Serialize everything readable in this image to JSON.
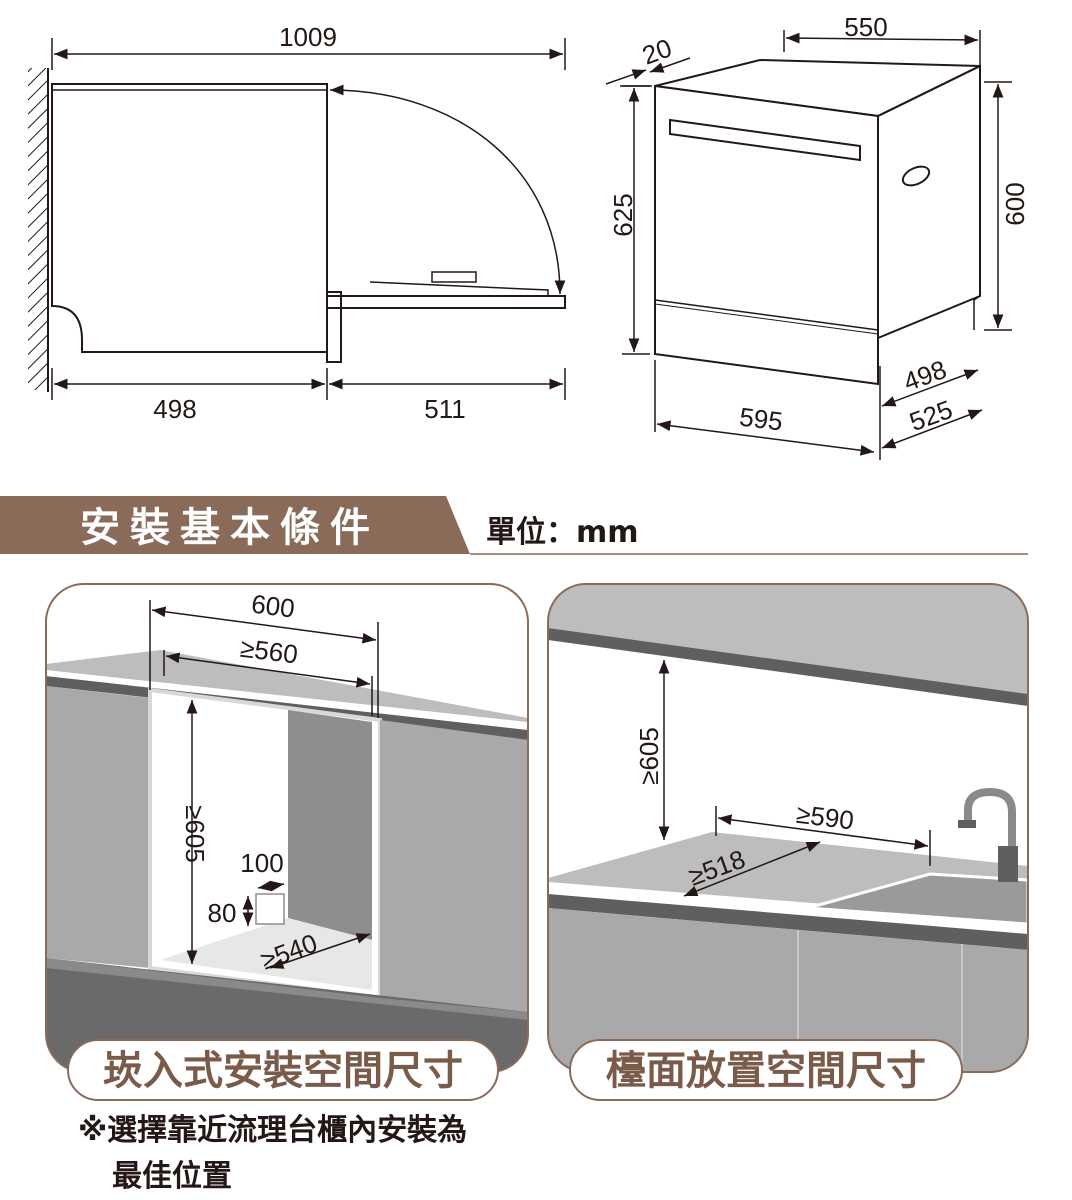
{
  "top_left_diagram": {
    "total_depth": "1009",
    "cabinet_depth": "498",
    "door_open_depth": "511"
  },
  "top_right_diagram": {
    "door_thickness": "20",
    "top_depth": "550",
    "total_height": "625",
    "body_height": "600",
    "width": "595",
    "depth_inner": "498",
    "depth_outer": "525"
  },
  "section": {
    "title": "安裝基本條件",
    "unit": "單位：mm"
  },
  "builtin_panel": {
    "width_outer": "600",
    "width_inner": "≥560",
    "height": "≥605",
    "notch_width": "100",
    "notch_height": "80",
    "depth": "≥540",
    "caption": "崁入式安裝空間尺寸"
  },
  "countertop_panel": {
    "clearance_height": "≥605",
    "width": "≥590",
    "depth": "≥518",
    "caption": "檯面放置空間尺寸"
  },
  "note": {
    "line1": "※選擇靠近流理台櫃內安裝為",
    "line2": "最佳位置"
  },
  "colors": {
    "banner": "#8a6b5a",
    "panel_border": "#8a6b5a",
    "caption_text": "#7a5a48",
    "counter_edge": "#5f5f5f",
    "cabinet_gray": "#a9a9a9"
  }
}
